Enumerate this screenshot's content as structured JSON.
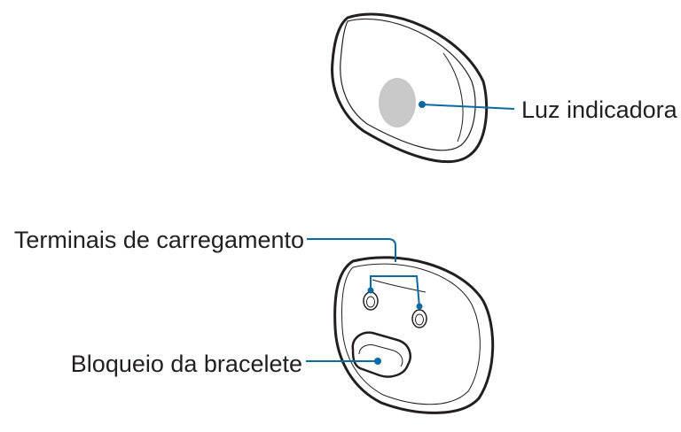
{
  "labels": {
    "indicator_light": "Luz indicadora",
    "charging_terminals": "Terminais de carregamento",
    "strap_lock": "Bloqueio da bracelete"
  },
  "colors": {
    "outline": "#231f20",
    "callout": "#0a6aa1",
    "indicator_fill": "#c8c8c8"
  }
}
